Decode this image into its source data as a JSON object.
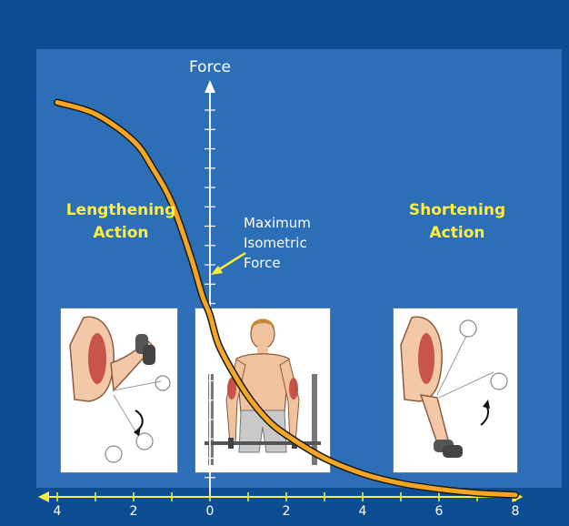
{
  "title": "",
  "y_axis_label": "Force",
  "annotation": {
    "line1": "Maximum",
    "line2": "Isometric",
    "line3": "Force"
  },
  "left_region": {
    "line1": "Lengthening",
    "line2": "Action"
  },
  "right_region": {
    "line1": "Shortening",
    "line2": "Action"
  },
  "colors": {
    "outer_background": "#0e4d94",
    "plot_background": "#2d6fb6",
    "curve_fill": "#f5a623",
    "curve_outline": "#1a1a1a",
    "axis_x": "#ffee3a",
    "axis_y": "#ffffff",
    "region_label": "#ffee3a"
  },
  "chart_data": {
    "type": "line",
    "title": "",
    "xlabel": "",
    "ylabel": "Force",
    "x_tick_labels": [
      "4",
      "2",
      "0",
      "2",
      "4",
      "6",
      "8"
    ],
    "x_tick_values": [
      -4,
      -2,
      0,
      2,
      4,
      6,
      8
    ],
    "xlim": [
      -4.5,
      8.2
    ],
    "ylim": [
      0,
      11
    ],
    "grid": false,
    "series": [
      {
        "x": [
          -4,
          -3,
          -2,
          -1.5,
          -1,
          -0.5,
          -0.2,
          0,
          0.2,
          0.5,
          1,
          1.5,
          2,
          3,
          4,
          5,
          6,
          7,
          8
        ],
        "values": [
          10.2,
          9.9,
          9.2,
          8.5,
          7.6,
          6.2,
          5.2,
          4.7,
          4.0,
          3.4,
          2.6,
          2.0,
          1.6,
          1.0,
          0.6,
          0.35,
          0.2,
          0.1,
          0.05
        ]
      }
    ]
  },
  "panels": [
    {
      "name": "lengthening-illustration"
    },
    {
      "name": "isometric-illustration"
    },
    {
      "name": "shortening-illustration"
    }
  ]
}
